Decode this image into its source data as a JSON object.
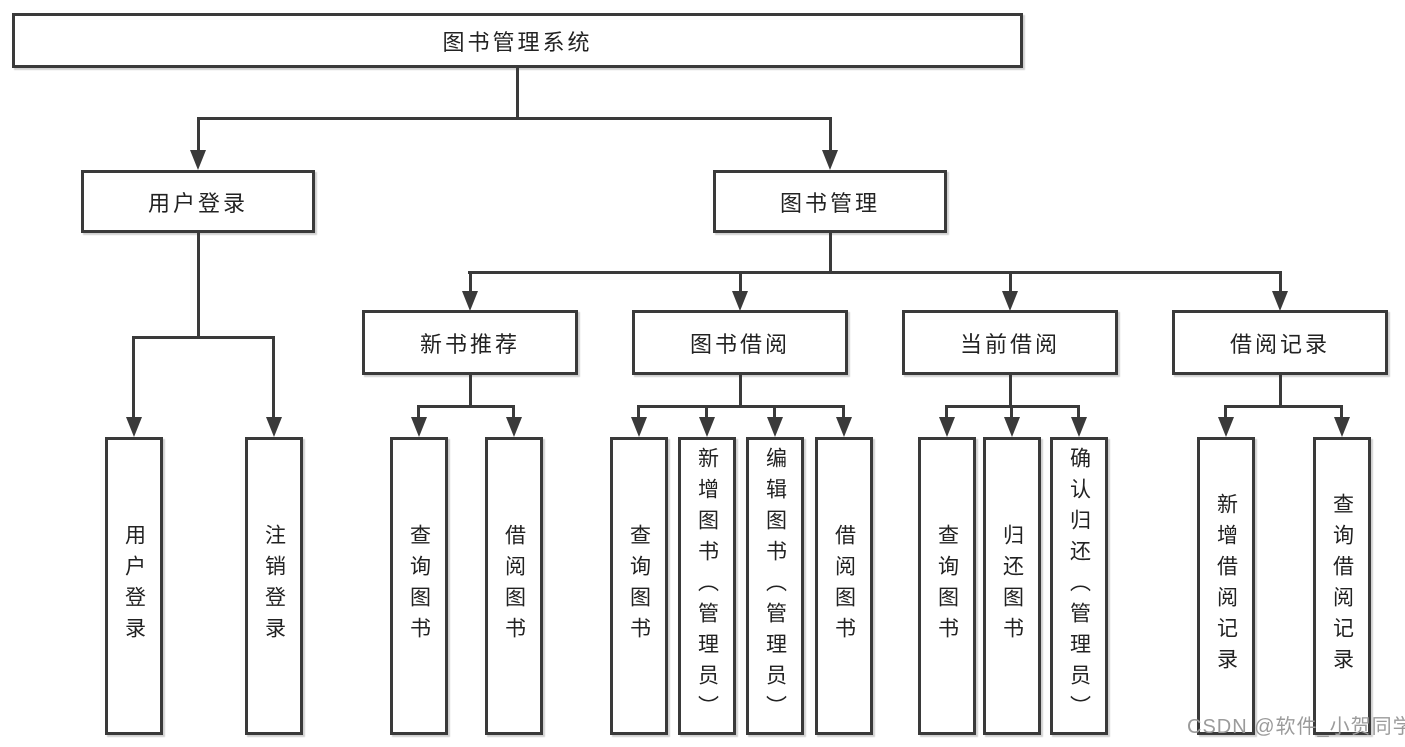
{
  "diagram": {
    "title": "图书管理系统",
    "level2": [
      "用户登录",
      "图书管理"
    ],
    "level3": [
      "新书推荐",
      "图书借阅",
      "当前借阅",
      "借阅记录"
    ],
    "leaves": {
      "user_login": [
        "用户登录",
        "注销登录"
      ],
      "new_book_recommend": [
        "查询图书",
        "借阅图书"
      ],
      "book_borrowing": [
        "查询图书",
        "新增图书（管理员）",
        "编辑图书（管理员）",
        "借阅图书"
      ],
      "current_borrowing": [
        "查询图书",
        "归还图书",
        "确认归还（管理员）"
      ],
      "borrowing_records": [
        "新增借阅记录",
        "查询借阅记录"
      ]
    }
  },
  "watermark": "CSDN @软件_小贺同学",
  "colors": {
    "line": "#3a3a3a",
    "text": "#222222",
    "background": "#ffffff",
    "watermark": "#9b9b9b"
  }
}
